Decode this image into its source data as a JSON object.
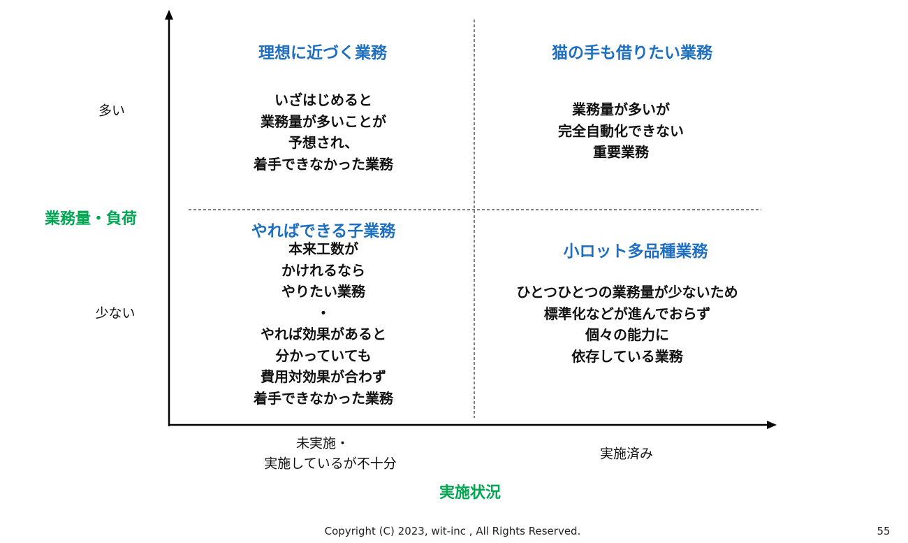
{
  "colors": {
    "title": "#1f6fc1",
    "axis_label": "#00a651"
  },
  "axes": {
    "y_label": "業務量・負荷",
    "y_high": "多い",
    "y_low": "少ない",
    "x_label": "実施状況",
    "x_left": [
      "未実施・",
      "実施しているが不十分"
    ],
    "x_right": "実施済み"
  },
  "quadrants": {
    "top_left": {
      "title": "理想に近づく業務",
      "lines": [
        "いざはじめると",
        "業務量が多いことが",
        "予想され、",
        "着手できなかった業務"
      ]
    },
    "top_right": {
      "title": "猫の手も借りたい業務",
      "lines": [
        "業務量が多いが",
        "完全自動化できない",
        "重要業務"
      ]
    },
    "bottom_left": {
      "title": "やればできる子業務",
      "lines": [
        "本来工数が",
        "かけれるなら",
        "やりたい業務",
        "・",
        "やれば効果があると",
        "分かっていても",
        "費用対効果が合わず",
        "着手できなかった業務"
      ]
    },
    "bottom_right": {
      "title": "小ロット多品種業務",
      "lines": [
        "ひとつひとつの業務量が少ないため",
        "標準化などが進んでおらず",
        "個々の能力に",
        "依存している業務"
      ]
    }
  },
  "footer": {
    "copyright": "Copyright (C) 2023, wit-inc , All Rights Reserved.",
    "page": "55"
  }
}
